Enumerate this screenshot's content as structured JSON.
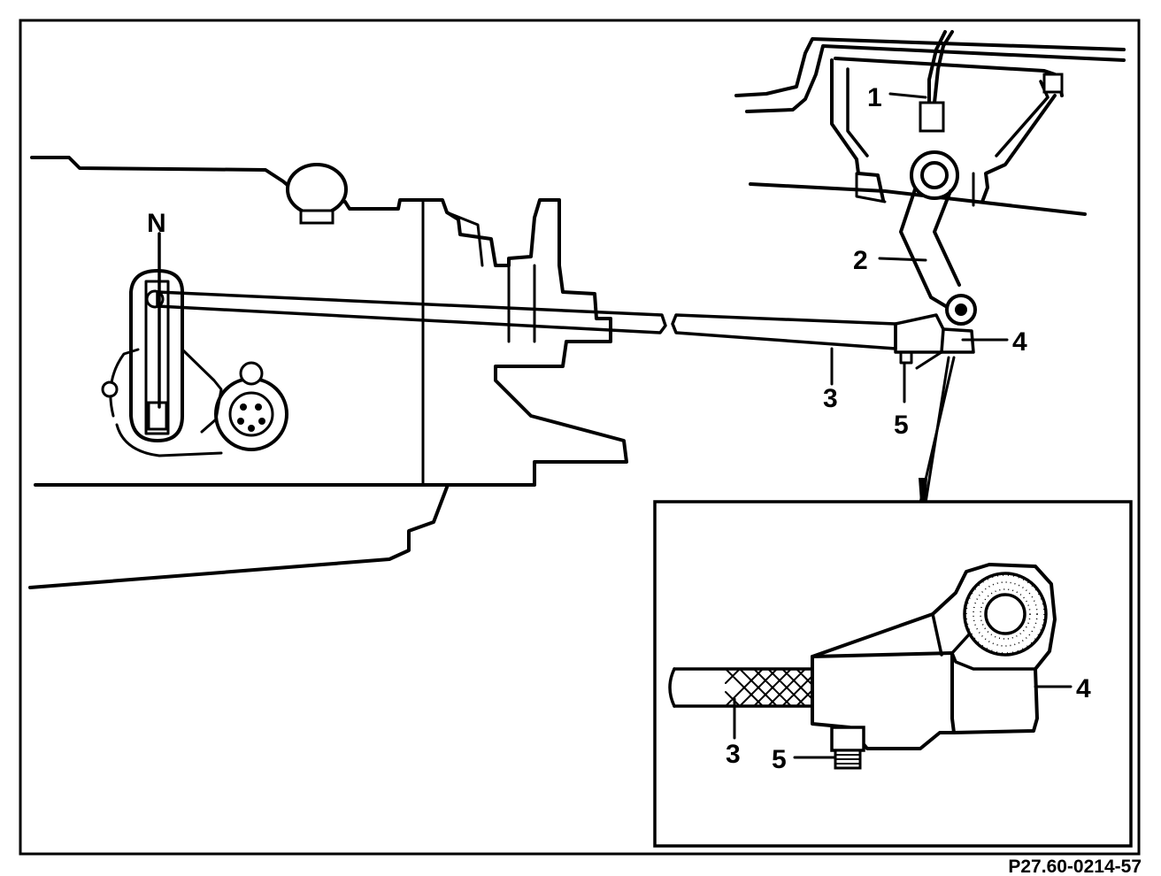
{
  "figure": {
    "reference_code": "P27.60-0214-57",
    "callouts": {
      "n": "N",
      "c1": "1",
      "c2": "2",
      "c3": "3",
      "c4": "4",
      "c5": "5"
    },
    "inset_callouts": {
      "c3": "3",
      "c4": "4",
      "c5": "5"
    },
    "colors": {
      "ink": "#000000",
      "paper": "#ffffff"
    }
  }
}
